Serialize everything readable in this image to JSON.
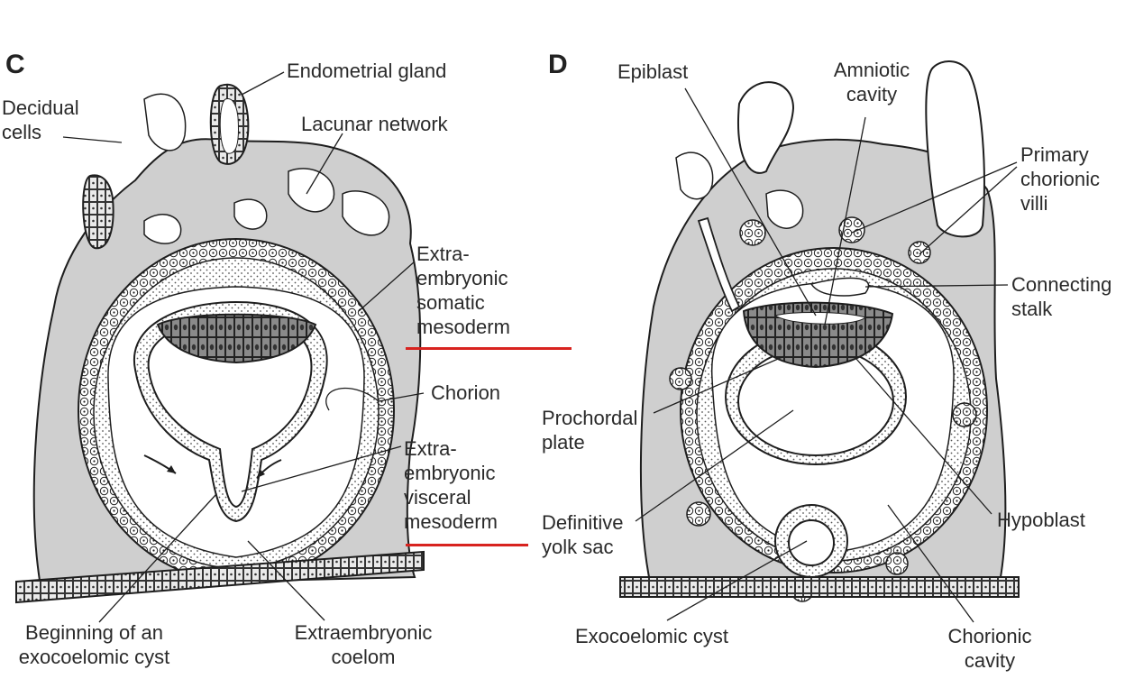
{
  "colors": {
    "tissue": "#cfcfcf",
    "ink": "#1e1e1e",
    "highlight": "#d8231f"
  },
  "panel_c": {
    "letter": "C",
    "labels": {
      "endometrial_gland": "Endometrial gland",
      "decidual_cells": "Decidual\ncells",
      "lacunar_network": "Lacunar network",
      "somatic_mesoderm": "Extra-\nembryonic\nsomatic\nmesoderm",
      "chorion": "Chorion",
      "visceral_mesoderm": "Extra-\nembryonic\nvisceral\nmesoderm",
      "exocoelomic_cyst_start": "Beginning of an\nexocoelomic cyst",
      "extraembryonic_coelom": "Extraembryonic\ncoelom"
    }
  },
  "panel_d": {
    "letter": "D",
    "labels": {
      "epiblast": "Epiblast",
      "amniotic_cavity": "Amniotic\ncavity",
      "primary_chorionic_villi": "Primary\nchorionic\nvilli",
      "connecting_stalk": "Connecting\nstalk",
      "prochordal_plate": "Prochordal\nplate",
      "definitive_yolk_sac": "Definitive\nyolk sac",
      "hypoblast": "Hypoblast",
      "exocoelomic_cyst": "Exocoelomic cyst",
      "chorionic_cavity": "Chorionic\ncavity"
    }
  }
}
